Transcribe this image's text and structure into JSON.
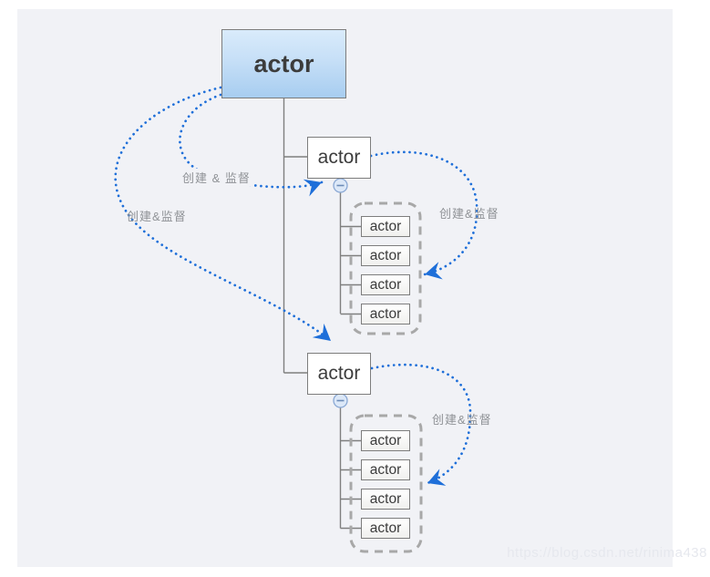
{
  "page": {
    "background": "#ffffff",
    "canvas_background": "#f1f2f6"
  },
  "diagram": {
    "accent_color": "#1e6fd9",
    "tree_line_color": "#7f7f7f",
    "group_border_color": "#a8a8a8",
    "edge_label_color": "#8f9296",
    "root": {
      "label": "actor"
    },
    "supervisors": [
      {
        "label": "actor"
      },
      {
        "label": "actor"
      }
    ],
    "groups": [
      {
        "children": [
          "actor",
          "actor",
          "actor",
          "actor"
        ]
      },
      {
        "children": [
          "actor",
          "actor",
          "actor",
          "actor"
        ]
      }
    ],
    "edge_labels": [
      {
        "text": "创建 & 监督"
      },
      {
        "text": "创建&监督"
      },
      {
        "text": "创建&监督"
      },
      {
        "text": "创建&监督"
      }
    ],
    "collapse_glyph": "−"
  },
  "watermark": {
    "text": "https://blog.csdn.net/rinima438"
  }
}
